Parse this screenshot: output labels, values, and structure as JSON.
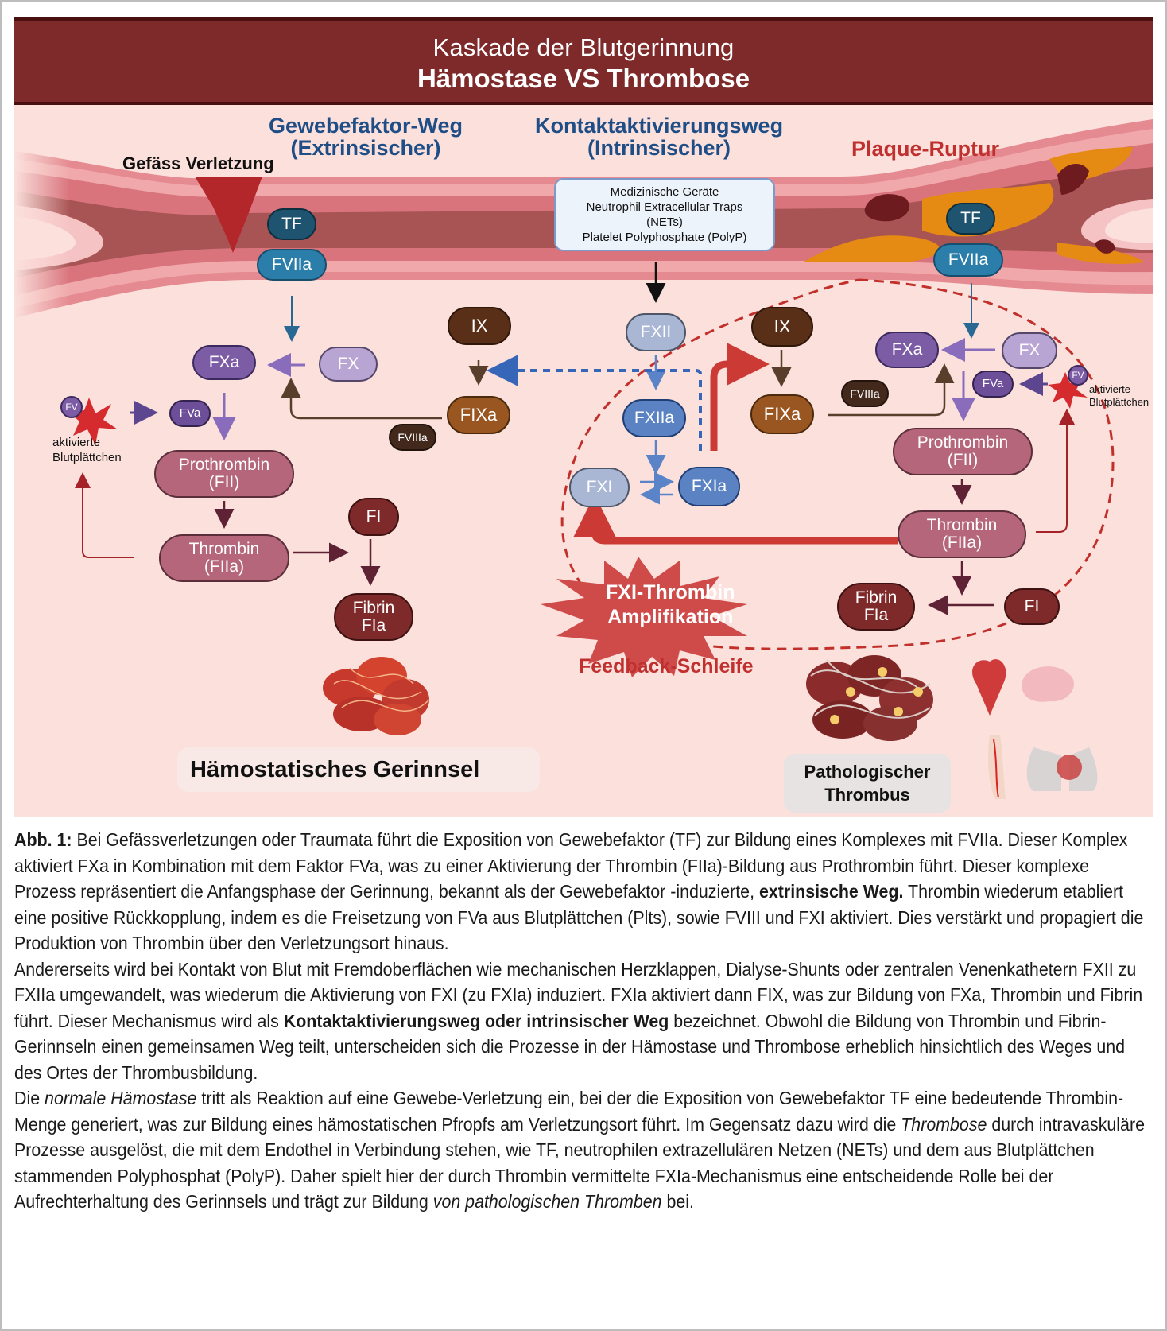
{
  "header": {
    "title": "Kaskade der Blutgerinnung",
    "subtitle": "Hämostase VS Thrombose"
  },
  "sections": {
    "extrinsic": [
      "Gewebefaktor-Weg",
      "(Extrinsischer)"
    ],
    "intrinsic": [
      "Kontaktaktivierungsweg",
      "(Intrinsischer)"
    ],
    "injury": "Gefäss Verletzung",
    "plaque": "Plaque-Ruptur"
  },
  "stimuli": {
    "lines": [
      "Medizinische Geräte",
      "Neutrophil Extracellular Traps",
      "(NETs)",
      "Platelet Polyphosphate (PolyP)"
    ]
  },
  "left_pathway": {
    "tf": "TF",
    "fviia": "FVIIa",
    "fxa": "FXa",
    "fx": "FX",
    "ix": "IX",
    "fixa": "FIXa",
    "fviiia": "FVIIIa",
    "fv": "FV",
    "fva": "FVa",
    "platelet_label": [
      "aktivierte",
      "Blutplättchen"
    ],
    "prothrombin": [
      "Prothrombin",
      "(FII)"
    ],
    "thrombin": [
      "Thrombin",
      "(FIIa)"
    ],
    "fi": "FI",
    "fibrin": [
      "Fibrin",
      "FIa"
    ],
    "clot_label": "Hämostatisches Gerinnsel"
  },
  "intrinsic_pathway": {
    "fxii": "FXII",
    "fxiia": "FXIIa",
    "fxi": "FXI",
    "fxia": "FXIa",
    "ix": "IX",
    "fixa": "FIXa",
    "amplification": [
      "FXI-Thrombin",
      "Amplifikation"
    ],
    "feedback": "Feedback-Schleife"
  },
  "right_pathway": {
    "tf": "TF",
    "fviia": "FVIIa",
    "fxa": "FXa",
    "fx": "FX",
    "fviiia": "FVIIIa",
    "fva": "FVa",
    "fv": "FV",
    "platelet_label": [
      "aktivierte",
      "Blutplättchen"
    ],
    "prothrombin": [
      "Prothrombin",
      "(FII)"
    ],
    "thrombin": [
      "Thrombin",
      "(FIIa)"
    ],
    "fi": "FI",
    "fibrin": [
      "Fibrin",
      "FIa"
    ],
    "clot_label": [
      "Pathologischer",
      "Thrombus"
    ]
  },
  "colors": {
    "header_bg": "#7f2a2a",
    "figure_bg": "#fbe0dc",
    "tf": "#1e5470",
    "fviia": "#2b7eaa",
    "fxa": "#7d5ca6",
    "fx": "#b8a5d3",
    "ix": "#5a2f17",
    "fixa": "#9a5620",
    "prothrombin": "#b5667a",
    "fibrin": "#7e2a2a",
    "fxii": "#a9b6d4",
    "fxiia": "#5b83c3",
    "accent_red": "#c83b37"
  },
  "caption": {
    "p1": [
      {
        "t": "Abb. 1:",
        "s": "bold"
      },
      {
        "t": " Bei Gefässverletzungen oder Traumata führt die Exposition von Gewebefaktor (TF) zur Bildung eines Komplexes mit FVIIa. Dieser Komplex aktiviert FXa in Kombination mit dem Faktor FVa, was zu einer Aktivierung der Thrombin (FIIa)-Bildung aus Prothrombin führt. Dieser komplexe Prozess repräsentiert die Anfangsphase der Gerinnung, bekannt als der Gewebefaktor -induzierte, ",
        "s": ""
      },
      {
        "t": "extrinsische Weg.",
        "s": "bold"
      },
      {
        "t": " Thrombin wiederum etabliert eine positive Rückkopplung, indem es die Freisetzung von FVa aus Blutplättchen (Plts), sowie FVIII und FXI aktiviert. Dies verstärkt und propagiert die Produktion von Thrombin über den Verletzungsort hinaus.",
        "s": ""
      }
    ],
    "p2": [
      {
        "t": "Andererseits wird bei Kontakt von Blut mit Fremdoberflächen wie mechanischen Herzklappen, Dialyse-Shunts oder zentralen Venenkathetern FXII zu FXIIa umgewandelt, was wiederum die Aktivierung von FXI (zu FXIa) induziert. FXIa aktiviert dann FIX, was zur Bildung von FXa, Thrombin und Fibrin führt. Dieser Mechanismus wird als ",
        "s": ""
      },
      {
        "t": "Kontaktaktivierungsweg oder intrinsischer Weg",
        "s": "bold"
      },
      {
        "t": " bezeichnet. Obwohl die Bildung von Thrombin und Fibrin-Gerinnseln einen gemeinsamen Weg teilt, unterscheiden sich die Prozesse in der Hämostase und Thrombose erheblich hinsichtlich des Weges und des Ortes der Thrombusbildung.",
        "s": ""
      }
    ],
    "p3": [
      {
        "t": "Die ",
        "s": ""
      },
      {
        "t": "normale Hämostase",
        "s": "ital"
      },
      {
        "t": " tritt als Reaktion auf eine Gewebe-Verletzung ein, bei der die Exposition von Gewebefaktor TF eine bedeutende Thrombin-Menge generiert, was zur Bildung eines hämostatischen Pfropfs am Verletzungsort führt. Im Gegensatz dazu wird die ",
        "s": ""
      },
      {
        "t": "Thrombose",
        "s": "ital"
      },
      {
        "t": " durch intravaskuläre Prozesse ausgelöst, die mit dem Endothel in Verbindung stehen, wie TF, neutrophilen extrazellulären Netzen (NETs) und dem aus Blutplättchen stammenden Polyphosphat (PolyP). Daher spielt hier der durch Thrombin vermittelte FXIa-Mechanismus eine entscheidende Rolle bei der Aufrechterhaltung des Gerinnsels und trägt zur Bildung ",
        "s": ""
      },
      {
        "t": "von pathologischen Thromben",
        "s": "ital"
      },
      {
        "t": " bei.",
        "s": ""
      }
    ]
  }
}
